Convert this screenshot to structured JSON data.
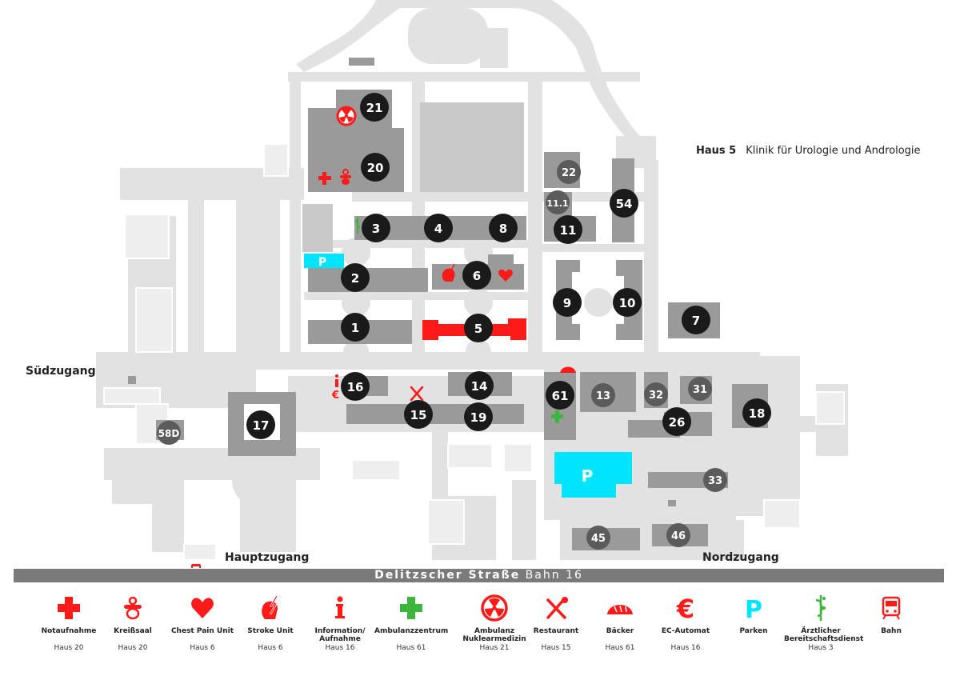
{
  "colors": {
    "path": "#e2e2e2",
    "building": "#9a9a9a",
    "building_light": "#c8c8c8",
    "badge": "#1a1a1a",
    "badge_grey": "#5b5b5b",
    "highlight": "#ff1a1a",
    "parking": "#00e5ff",
    "ambulance_green": "#3bb53b",
    "street": "#7a7a7a"
  },
  "info": {
    "haus": "Haus 5",
    "title": "Klinik für Urologie und Andrologie"
  },
  "map_labels": {
    "sued": "Südzugang",
    "haupt": "Hauptzugang",
    "nord": "Nordzugang"
  },
  "street": {
    "name": "Delitzscher Straße",
    "suffix": " Bahn 16"
  },
  "parking_label": "P",
  "selected_building": "5",
  "buildings": [
    {
      "id": "21",
      "badge": "21",
      "style": "dark"
    },
    {
      "id": "20",
      "badge": "20",
      "style": "dark"
    },
    {
      "id": "22",
      "badge": "22",
      "style": "grey"
    },
    {
      "id": "11.1",
      "badge": "11.1",
      "style": "grey"
    },
    {
      "id": "54",
      "badge": "54",
      "style": "dark"
    },
    {
      "id": "3",
      "badge": "3",
      "style": "dark"
    },
    {
      "id": "4",
      "badge": "4",
      "style": "dark"
    },
    {
      "id": "8",
      "badge": "8",
      "style": "dark"
    },
    {
      "id": "11",
      "badge": "11",
      "style": "dark"
    },
    {
      "id": "2",
      "badge": "2",
      "style": "dark"
    },
    {
      "id": "6",
      "badge": "6",
      "style": "dark"
    },
    {
      "id": "9",
      "badge": "9",
      "style": "dark"
    },
    {
      "id": "10",
      "badge": "10",
      "style": "dark"
    },
    {
      "id": "7",
      "badge": "7",
      "style": "dark"
    },
    {
      "id": "1",
      "badge": "1",
      "style": "dark"
    },
    {
      "id": "5",
      "badge": "5",
      "style": "dark"
    },
    {
      "id": "16",
      "badge": "16",
      "style": "dark"
    },
    {
      "id": "14",
      "badge": "14",
      "style": "dark"
    },
    {
      "id": "61",
      "badge": "61",
      "style": "dark"
    },
    {
      "id": "13",
      "badge": "13",
      "style": "grey"
    },
    {
      "id": "32",
      "badge": "32",
      "style": "grey"
    },
    {
      "id": "31",
      "badge": "31",
      "style": "grey"
    },
    {
      "id": "18",
      "badge": "18",
      "style": "dark"
    },
    {
      "id": "17",
      "badge": "17",
      "style": "dark"
    },
    {
      "id": "15",
      "badge": "15",
      "style": "dark"
    },
    {
      "id": "19",
      "badge": "19",
      "style": "dark"
    },
    {
      "id": "26",
      "badge": "26",
      "style": "dark"
    },
    {
      "id": "58D",
      "badge": "58D",
      "style": "grey"
    },
    {
      "id": "33",
      "badge": "33",
      "style": "grey"
    },
    {
      "id": "45",
      "badge": "45",
      "style": "grey"
    },
    {
      "id": "46",
      "badge": "46",
      "style": "grey"
    }
  ],
  "legend": [
    {
      "icon": "cross-icon",
      "label": "Notaufnahme",
      "location": "Haus 20"
    },
    {
      "icon": "pacifier-icon",
      "label": "Kreißsaal",
      "location": "Haus 20"
    },
    {
      "icon": "heart-icon",
      "label": "Chest Pain Unit",
      "location": "Haus 6"
    },
    {
      "icon": "head-lightning-icon",
      "label": "Stroke Unit",
      "location": "Haus 6"
    },
    {
      "icon": "info-icon",
      "label": "Information/ Aufnahme",
      "location": "Haus 16"
    },
    {
      "icon": "green-cross-icon",
      "label": "Ambulanzzentrum",
      "location": "Haus 61"
    },
    {
      "icon": "radiation-icon",
      "label": "Ambulanz Nuklearmedizin",
      "location": "Haus 21"
    },
    {
      "icon": "cutlery-icon",
      "label": "Restaurant",
      "location": "Haus 15"
    },
    {
      "icon": "bread-icon",
      "label": "Bäcker",
      "location": "Haus 61"
    },
    {
      "icon": "euro-icon",
      "label": "EC-Automat",
      "location": "Haus 16"
    },
    {
      "icon": "parking-icon",
      "label": "Parken",
      "location": ""
    },
    {
      "icon": "caduceus-icon",
      "label": "Ärztlicher Bereitschaftsdienst",
      "location": "Haus 3"
    },
    {
      "icon": "tram-icon",
      "label": "Bahn",
      "location": ""
    }
  ]
}
